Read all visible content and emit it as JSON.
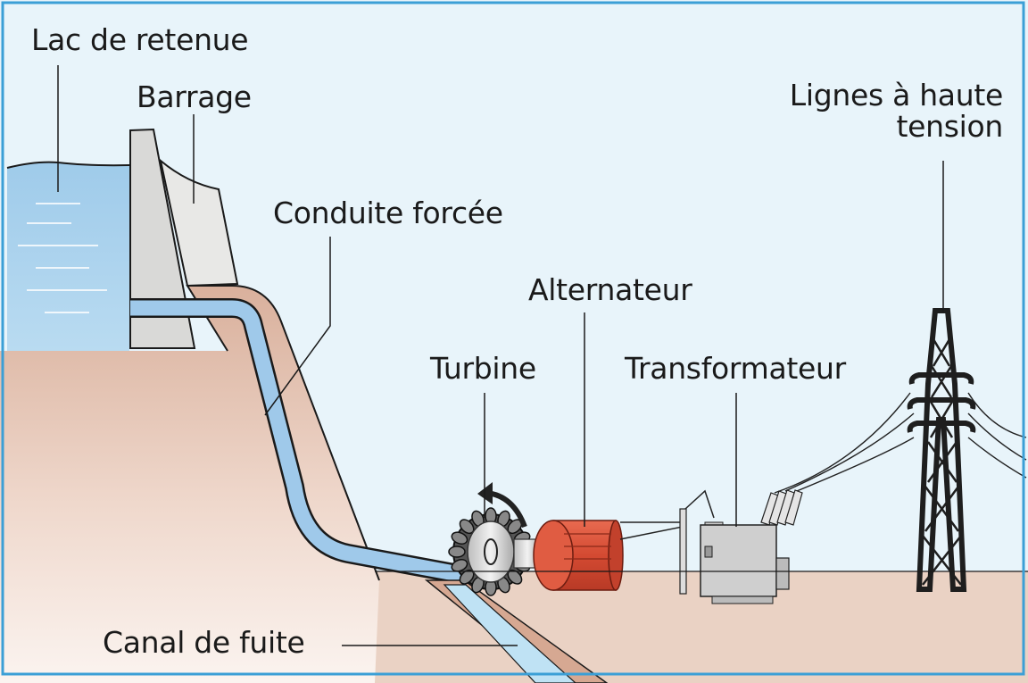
{
  "diagram": {
    "title": "Centrale hydroélectrique",
    "colors": {
      "sky": "#e6f3fa",
      "water": "#a9cfec",
      "ground": "#dcb6a4",
      "dam": "#e4e4e2",
      "alternator": "#d9503a",
      "tower": "#222222",
      "border": "#3b9fd6"
    },
    "labels": {
      "lac": "Lac de retenue",
      "barrage": "Barrage",
      "conduite": "Conduite forcée",
      "alternateur": "Alternateur",
      "turbine": "Turbine",
      "transformateur": "Transformateur",
      "lignes_1": "Lignes à haute",
      "lignes_2": "tension",
      "canal": "Canal de fuite"
    }
  }
}
